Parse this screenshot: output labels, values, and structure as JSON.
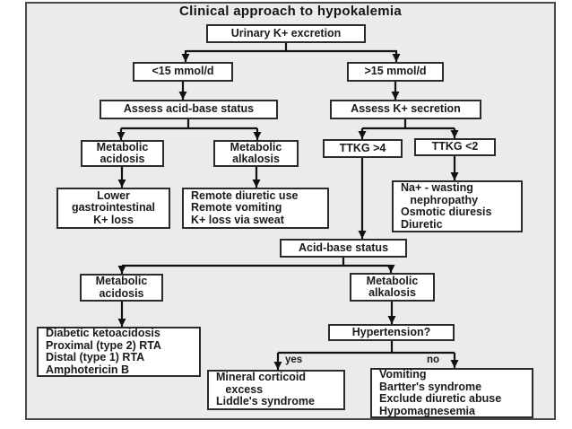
{
  "title": "Clinical approach to hypokalemia",
  "colors": {
    "canvas_bg": "#e9ebec",
    "box_bg": "#ffffff",
    "box_border": "#2b2b2b",
    "text": "#1a1a1a",
    "arrow": "#111111"
  },
  "branch_labels": {
    "yes": "yes",
    "no": "no"
  },
  "nodes": {
    "urinary": {
      "text": "Urinary K+ excretion"
    },
    "lt15": {
      "text": "<15 mmol/d"
    },
    "gt15": {
      "text": ">15 mmol/d"
    },
    "assess_acid_base": {
      "text": "Assess acid-base status"
    },
    "assess_k_secretion": {
      "text": "Assess K+ secretion"
    },
    "metabolic_acidosis_1": {
      "text": "Metabolic\nacidosis"
    },
    "metabolic_alkalosis_1": {
      "text": "Metabolic\nalkalosis"
    },
    "ttkg_gt4": {
      "text": "TTKG >4"
    },
    "ttkg_lt2": {
      "text": "TTKG <2"
    },
    "lower_gi_loss": {
      "text": "Lower\ngastrointestinal\nK+ loss"
    },
    "remote_causes": {
      "text": "Remote diuretic use\nRemote vomiting\nK+ loss via sweat"
    },
    "na_wasting": {
      "text": "Na+ - wasting\n   nephropathy\nOsmotic diuresis\nDiuretic"
    },
    "acid_base_status": {
      "text": "Acid-base status"
    },
    "metabolic_acidosis_2": {
      "text": "Metabolic\nacidosis"
    },
    "metabolic_alkalosis_2": {
      "text": "Metabolic\nalkalosis"
    },
    "acidosis_causes": {
      "text": "Diabetic ketoacidosis\nProximal (type 2) RTA\nDistal (type 1) RTA\nAmphotericin B"
    },
    "hypertension": {
      "text": "Hypertension?"
    },
    "hypertension_yes_causes": {
      "text": "Mineral corticoid\n   excess\nLiddle's syndrome"
    },
    "hypertension_no_causes": {
      "text": "Vomiting\nBartter's syndrome\nExclude diuretic abuse\nHypomagnesemia"
    }
  }
}
